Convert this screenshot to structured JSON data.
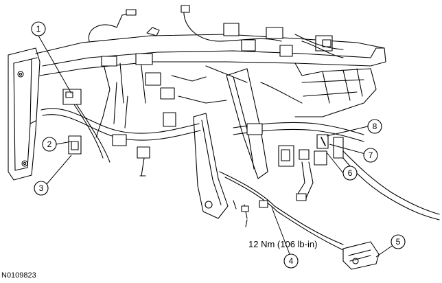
{
  "diagram": {
    "callouts": [
      "1",
      "2",
      "3",
      "4",
      "5",
      "6",
      "7",
      "8"
    ],
    "torque_spec": "12 Nm (106 lb-in)",
    "figure_id": "N0109823"
  },
  "colors": {
    "line": "#000000",
    "fill": "#ffffff",
    "shade": "#d9d9d9"
  }
}
